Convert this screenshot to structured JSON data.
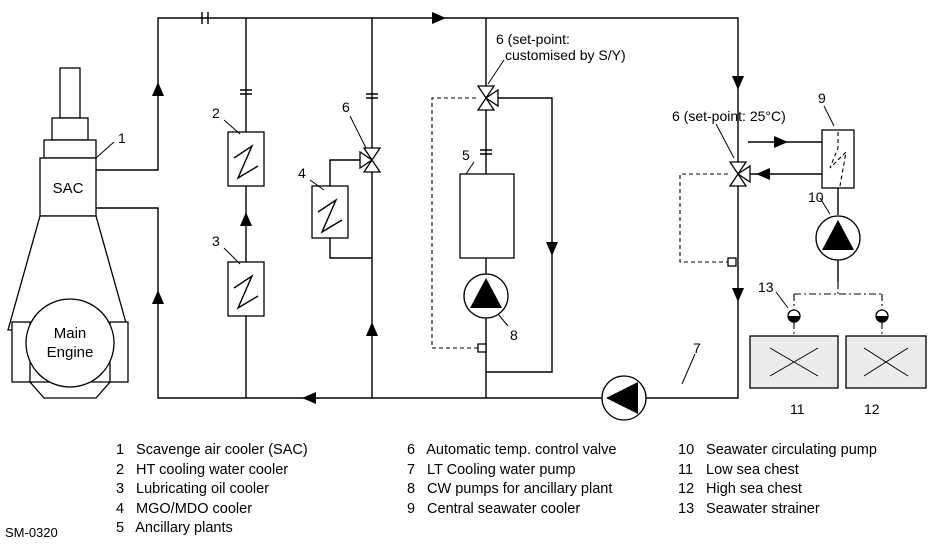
{
  "components": {
    "engine_label_line1": "Main",
    "engine_label_line2": "Engine",
    "sac_label": "SAC",
    "callout_1": "1",
    "callout_2": "2",
    "callout_3": "3",
    "callout_4": "4",
    "callout_5": "5",
    "callout_6a": "6",
    "callout_6b": "6 (set-point:",
    "callout_6b_line2": "customised by S/Y)",
    "callout_6c": "6 (set-point: 25°C)",
    "callout_7": "7",
    "callout_8": "8",
    "callout_9": "9",
    "callout_10": "10",
    "callout_11": "11",
    "callout_12": "12",
    "callout_13": "13"
  },
  "legend": {
    "col1": [
      {
        "num": "1",
        "text": "Scavenge air cooler (SAC)"
      },
      {
        "num": "2",
        "text": "HT cooling water cooler"
      },
      {
        "num": "3",
        "text": "Lubricating oil cooler"
      },
      {
        "num": "4",
        "text": "MGO/MDO cooler"
      },
      {
        "num": "5",
        "text": "Ancillary plants"
      }
    ],
    "col2": [
      {
        "num": "6",
        "text": "Automatic temp. control valve"
      },
      {
        "num": "7",
        "text": "LT Cooling water pump"
      },
      {
        "num": "8",
        "text": "CW pumps for ancillary plant"
      },
      {
        "num": "9",
        "text": "Central seawater cooler"
      }
    ],
    "col3": [
      {
        "num": "10",
        "text": "Seawater circulating pump"
      },
      {
        "num": "11",
        "text": "Low sea chest"
      },
      {
        "num": "12",
        "text": "High sea chest"
      },
      {
        "num": "13",
        "text": "Seawater strainer"
      }
    ]
  },
  "drawing_code": "SM-0320"
}
